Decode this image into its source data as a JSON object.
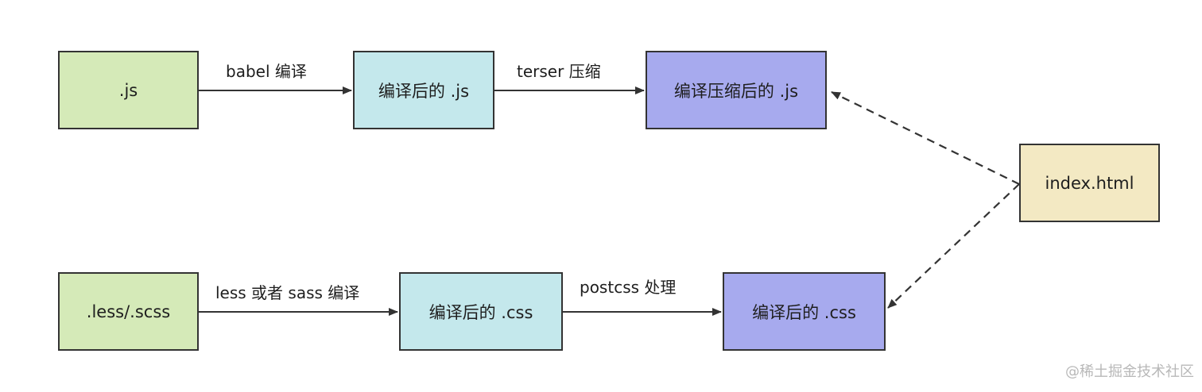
{
  "nodes": {
    "js_source": ".js",
    "js_compiled": "编译后的 .js",
    "js_minified": "编译压缩后的 .js",
    "index_html": "index.html",
    "css_source": ".less/.scss",
    "css_compiled": "编译后的 .css",
    "css_processed": "编译后的 .css"
  },
  "edges": {
    "babel": "babel 编译",
    "terser": "terser 压缩",
    "less_sass": "less 或者 sass 编译",
    "postcss": "postcss 处理"
  },
  "watermark": "@稀土掘金技术社区",
  "colors": {
    "source": "#d5eab8",
    "compiled": "#c4e8ec",
    "output": "#a7aaee",
    "html": "#f3e9c3",
    "stroke": "#333333"
  }
}
